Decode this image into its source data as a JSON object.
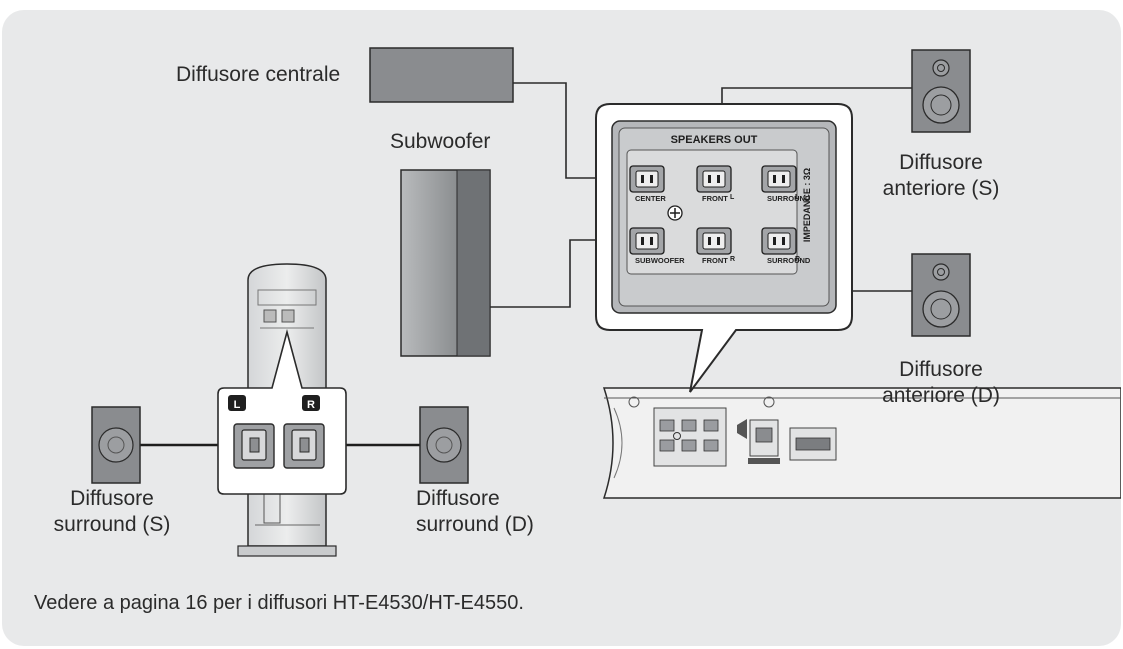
{
  "labels": {
    "center_speaker": "Diffusore centrale",
    "subwoofer": "Subwoofer",
    "front_left_line1": "Diffusore",
    "front_left_line2": "anteriore (S)",
    "front_right_line1": "Diffusore",
    "front_right_line2": "anteriore (D)",
    "surround_left_line1": "Diffusore",
    "surround_left_line2": "surround (S)",
    "surround_right_line1": "Diffusore",
    "surround_right_line2": "surround (D)"
  },
  "panel": {
    "title": "SPEAKERS OUT",
    "impedance": "IMPEDANCE : 3Ω",
    "terminals": [
      {
        "label": "CENTER",
        "channel": ""
      },
      {
        "label": "FRONT",
        "channel": "L"
      },
      {
        "label": "SURROUND",
        "channel": "L"
      },
      {
        "label": "SUBWOOFER",
        "channel": ""
      },
      {
        "label": "FRONT",
        "channel": "R"
      },
      {
        "label": "SURROUND",
        "channel": "R"
      }
    ]
  },
  "wireless_module": {
    "left_label": "L",
    "right_label": "R"
  },
  "note": "Vedere a pagina 16 per i diffusori HT-E4530/HT-E4550."
}
